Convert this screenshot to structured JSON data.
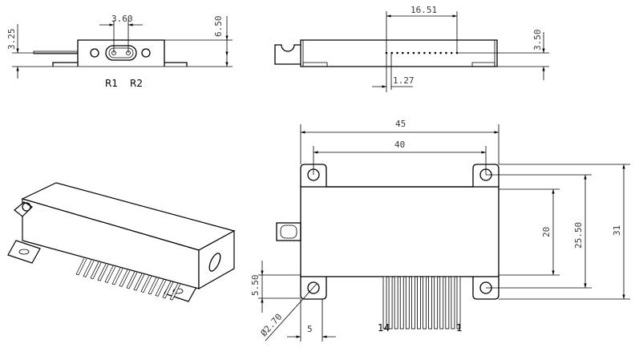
{
  "front_view": {
    "dim_pitch": "3.60",
    "dim_height": "6.50",
    "dim_fiber_height": "3.25",
    "label_r1": "R1",
    "label_r2": "R2"
  },
  "side_view": {
    "dim_pin_span": "16.51",
    "dim_pin_height": "3.50",
    "dim_pin_pitch": "1.27"
  },
  "top_view": {
    "dim_flange_width": "45",
    "dim_hole_pitch_x": "40",
    "dim_body_width": "20",
    "dim_hole_pitch_y": "25.50",
    "dim_total_height": "31",
    "dim_flange_depth": "5.50",
    "dim_hole_diameter": "Ø2.70",
    "dim_flange_length": "5",
    "pin_label_first": "14",
    "pin_label_last": "1",
    "pin_count": 14
  }
}
